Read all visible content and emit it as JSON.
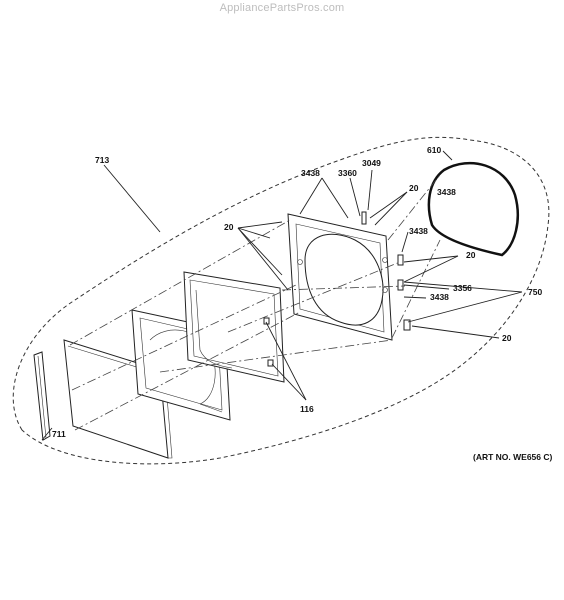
{
  "watermark": "AppliancePartsPros.com",
  "art_number": "(ART NO. WE656 C)",
  "callouts": {
    "c713": "713",
    "c711": "711",
    "c610": "610",
    "c3049": "3049",
    "c3360": "3360",
    "c3438_top": "3438",
    "c3438_gasket": "3438",
    "c3438_right_a": "3438",
    "c3438_right_b": "3438",
    "c20_left": "20",
    "c20_top": "20",
    "c20_right": "20",
    "c20_bottom": "20",
    "c3356": "3356",
    "c750": "750",
    "c116": "116"
  }
}
